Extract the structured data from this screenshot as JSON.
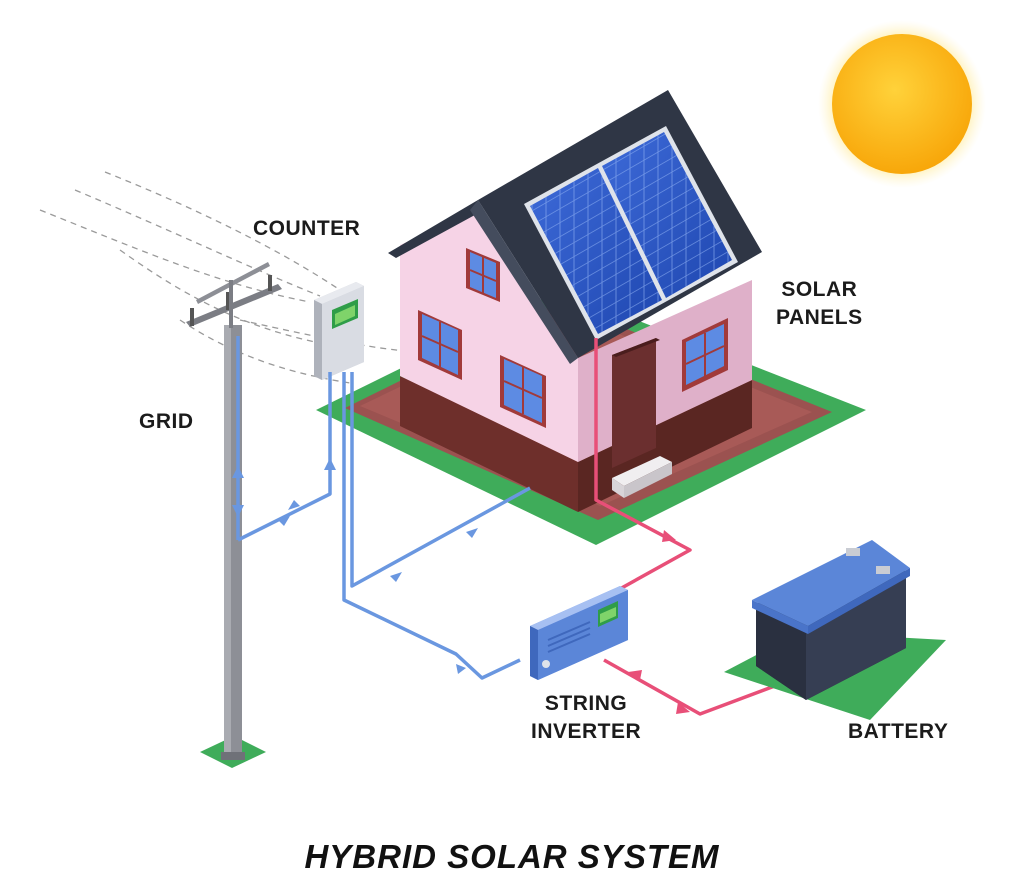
{
  "title": "HYBRID SOLAR SYSTEM",
  "labels": {
    "counter": "COUNTER",
    "grid": "GRID",
    "solar_panels": [
      "SOLAR",
      "PANELS"
    ],
    "string_inverter": [
      "STRING",
      "INVERTER"
    ],
    "battery": "BATTERY"
  },
  "colors": {
    "ac_flow": "#6a97e0",
    "dc_flow": "#e84f78",
    "lawn": "#3fac5a",
    "wall": "#f6d3e6",
    "roof": "#2f3645",
    "sun": "#fdb912",
    "battery_top": "#5b86d8",
    "battery_body": "#2d3446"
  },
  "icons": [
    "sun-icon",
    "utility-pole-icon",
    "meter-icon",
    "house-icon",
    "solar-panel-icon",
    "inverter-icon",
    "battery-icon"
  ]
}
